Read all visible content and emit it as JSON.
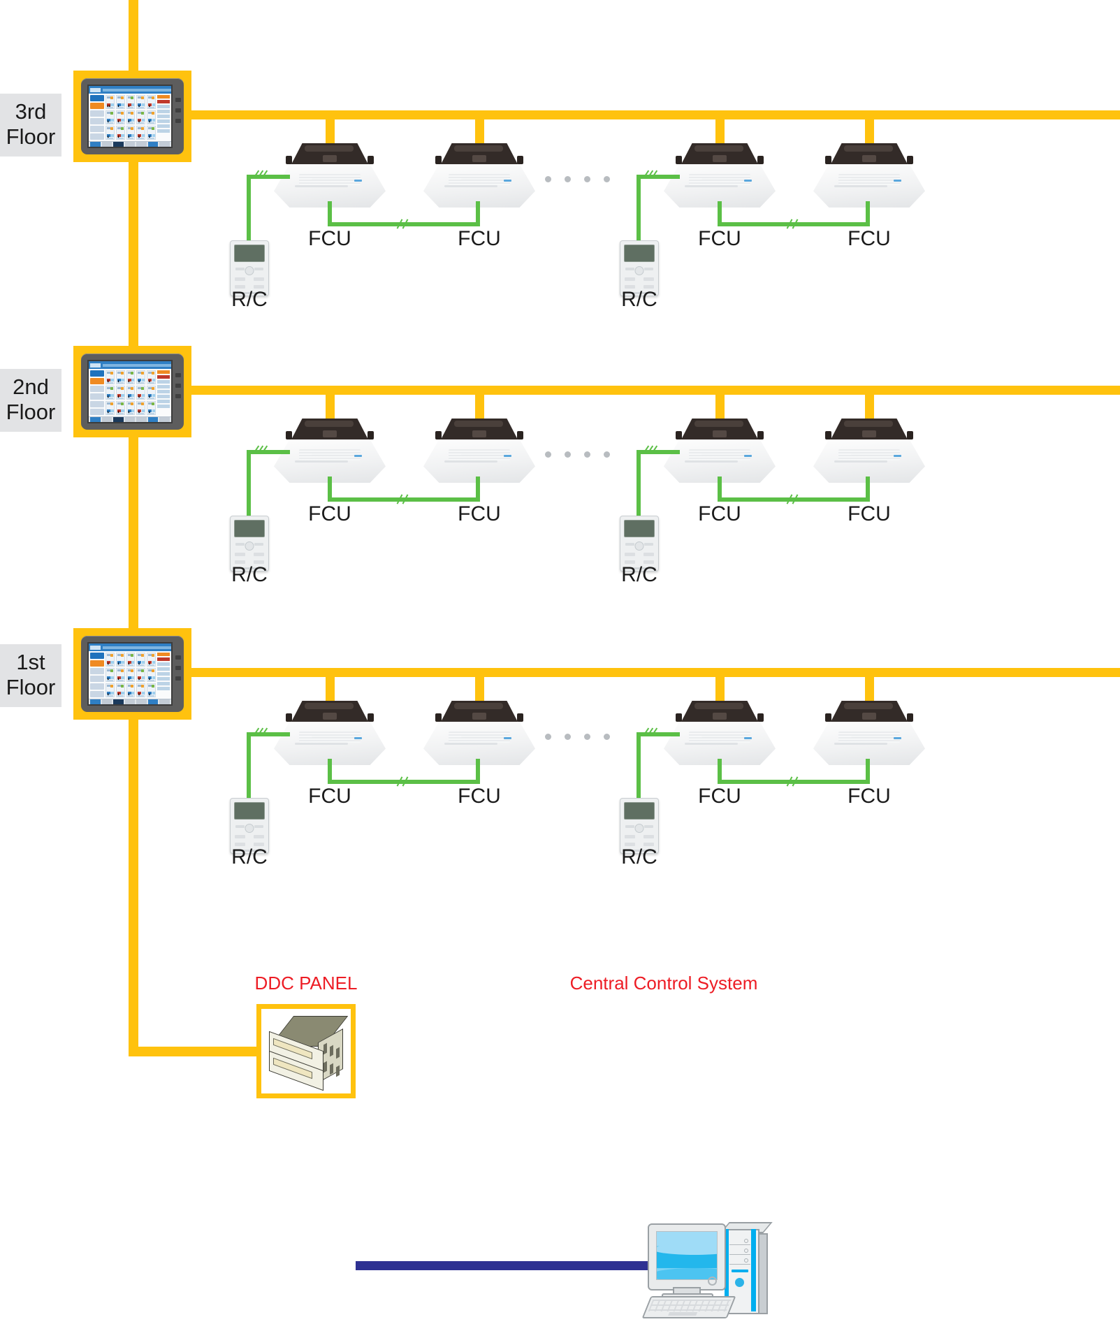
{
  "diagram": {
    "title": "FCU Central Control System Wiring Diagram",
    "colors": {
      "bus": "#FFC20E",
      "control_wire": "#5BBF46",
      "network_cable": "#2E3192",
      "label_red": "#ED1C24",
      "floor_tag_bg": "#E2E3E5"
    }
  },
  "floors": [
    {
      "label": "3rd\nFloor",
      "label_line1": "3rd",
      "label_line2": "Floor",
      "controller_name": "touch-panel-controller",
      "fcu_labels": [
        "FCU",
        "FCU",
        "FCU",
        "FCU"
      ],
      "rc_labels": [
        "R/C",
        "R/C"
      ],
      "ellipsis_dots": 4
    },
    {
      "label": "2nd\nFloor",
      "label_line1": "2nd",
      "label_line2": "Floor",
      "controller_name": "touch-panel-controller",
      "fcu_labels": [
        "FCU",
        "FCU",
        "FCU",
        "FCU"
      ],
      "rc_labels": [
        "R/C",
        "R/C"
      ],
      "ellipsis_dots": 4
    },
    {
      "label": "1st\nFloor",
      "label_line1": "1st",
      "label_line2": "Floor",
      "controller_name": "touch-panel-controller",
      "fcu_labels": [
        "FCU",
        "FCU",
        "FCU",
        "FCU"
      ],
      "rc_labels": [
        "R/C",
        "R/C"
      ],
      "ellipsis_dots": 4
    }
  ],
  "bottom": {
    "ddc_panel_label": "DDC PANEL",
    "central_system_label": "Central Control System"
  }
}
